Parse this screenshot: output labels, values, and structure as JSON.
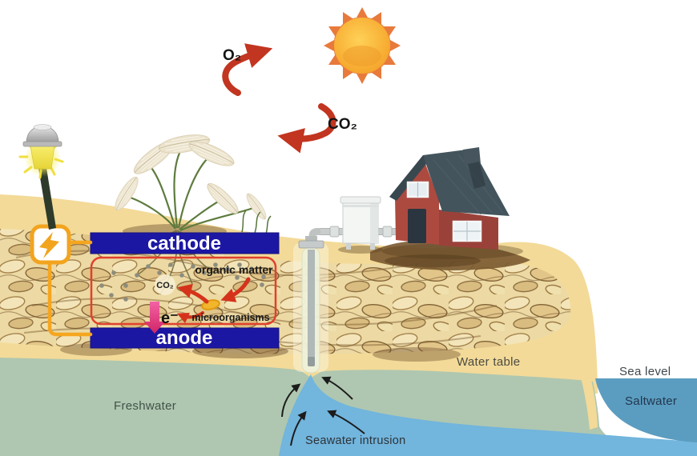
{
  "diagram": {
    "atmosphere": {
      "o2": "O₂",
      "co2": "CO₂"
    },
    "fuel_cell": {
      "cathode": "cathode",
      "anode": "anode",
      "organic_matter": "organic matter",
      "co2": "CO₂",
      "electron": "e⁻",
      "microorganisms": "microorganisms"
    },
    "hydrology": {
      "water_table": "Water table",
      "sea_level": "Sea level",
      "saltwater": "Saltwater",
      "freshwater": "Freshwater",
      "seawater_intrusion": "Seawater intrusion"
    },
    "icons": {
      "sun": "sun-icon",
      "solar_lamp": "solar-lamp-icon",
      "lightning": "lightning-bolt-icon",
      "house": "house-icon",
      "water_tank": "water-tank-icon",
      "well": "well-pipe-icon",
      "grass": "pampas-grass-icon",
      "microbe": "microbe-icon"
    },
    "colors": {
      "electrode_blue": "#1c17a3",
      "wire_orange": "#f5a61e",
      "arrow_red": "#c23520",
      "reaction_outline_red": "#e2402c",
      "electron_pink": "#e13b7c",
      "sand": "#f3da98",
      "soil_brown": "#8a6b3f",
      "freshwater_green": "#afc7b0",
      "saltwater_blue": "#5b9dc0",
      "intrusion_blue": "#72b5dd",
      "sun_orange": "#e87a3c",
      "sun_core": "#f6b03a"
    }
  }
}
